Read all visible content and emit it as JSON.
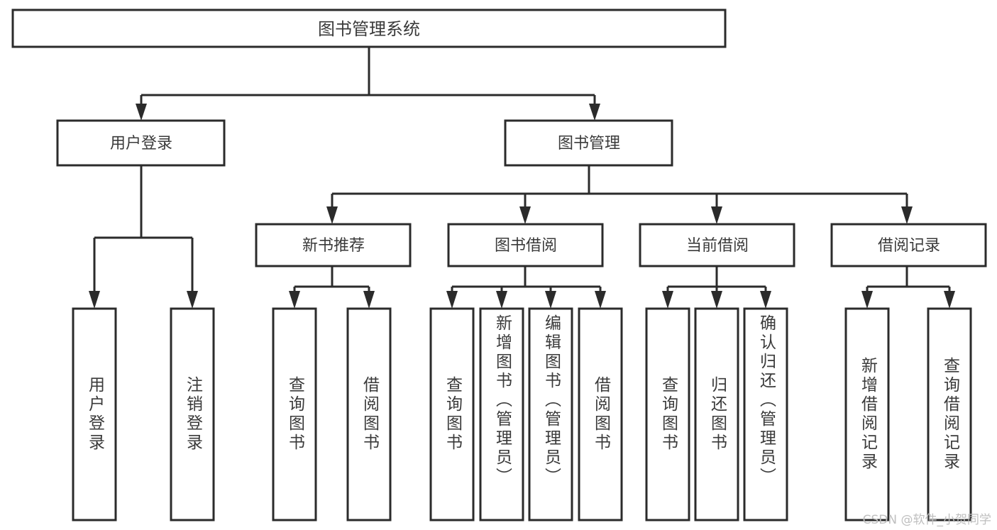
{
  "diagram": {
    "title": "图书管理系统",
    "type": "tree-hierarchy-diagram",
    "colors": {
      "box_stroke": "#2b2b2b",
      "box_fill": "#ffffff",
      "text": "#3a3a3a",
      "watermark": "#bfbfbf",
      "background": "#ffffff"
    },
    "root": {
      "label": "图书管理系统"
    },
    "level2": [
      {
        "label": "用户登录"
      },
      {
        "label": "图书管理"
      }
    ],
    "level3": [
      {
        "label": "新书推荐"
      },
      {
        "label": "图书借阅"
      },
      {
        "label": "当前借阅"
      },
      {
        "label": "借阅记录"
      }
    ],
    "leaves": {
      "user_login": [
        {
          "label": "用户登录"
        },
        {
          "label": "注销登录"
        }
      ],
      "new_book_recommend": [
        {
          "label": "查询图书"
        },
        {
          "label": "借阅图书"
        }
      ],
      "book_borrow": [
        {
          "label": "查询图书"
        },
        {
          "label": "新增图书（管理员）"
        },
        {
          "label": "编辑图书（管理员）"
        },
        {
          "label": "借阅图书"
        }
      ],
      "current_borrow": [
        {
          "label": "查询图书"
        },
        {
          "label": "归还图书"
        },
        {
          "label": "确认归还（管理员）"
        }
      ],
      "borrow_record": [
        {
          "label": "新增借阅记录"
        },
        {
          "label": "查询借阅记录"
        }
      ]
    },
    "watermark": "CSDN @软件_小贺同学"
  }
}
